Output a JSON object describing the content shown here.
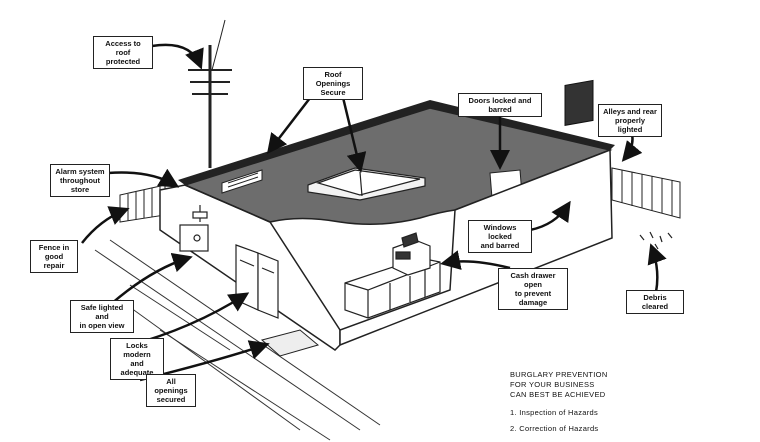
{
  "callouts": {
    "roof_access": "Access to roof\nprotected",
    "roof_openings": "Roof Openings\nSecure",
    "doors": "Doors locked and barred",
    "alleys": "Alleys and rear\nproperly lighted",
    "alarm": "Alarm system\nthroughout store",
    "fence": "Fence in\ngood repair",
    "windows": "Windows locked\nand barred",
    "cash_drawer": "Cash drawer open\nto prevent damage",
    "debris": "Debris cleared",
    "safe": "Safe lighted and\nin open view",
    "locks": "Locks modern\nand adequate",
    "openings": "All openings\nsecured"
  },
  "caption": {
    "line1": "BURGLARY PREVENTION",
    "line2": "FOR YOUR BUSINESS",
    "line3": "CAN BEST BE ACHIEVED",
    "item1": "1.  Inspection of Hazards",
    "item2": "2.  Correction of Hazards"
  }
}
